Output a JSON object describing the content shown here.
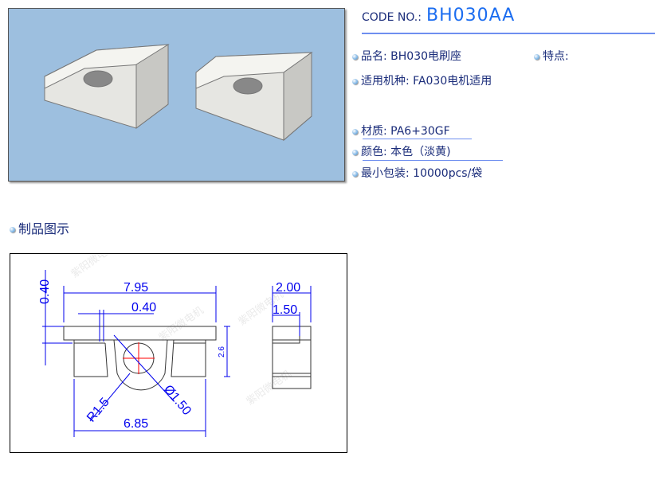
{
  "header": {
    "code_label": "CODE NO.:",
    "code_value": "BH030AA"
  },
  "specs": {
    "name": {
      "label": "品名:",
      "value": "BH030电刷座"
    },
    "features": {
      "label": "特点:",
      "value": ""
    },
    "motor": {
      "label": "适用机种:",
      "value": "FA030电机适用"
    },
    "material": {
      "label": "材质:",
      "value": "PA6+30GF"
    },
    "color": {
      "label": "颜色:",
      "value": "本色（淡黄)"
    },
    "packing": {
      "label": "最小包装:",
      "value": "10000pcs/袋"
    }
  },
  "section_title": "制品图示",
  "watermark": "紫阳微电机",
  "dimensions": {
    "overall_width": "7.95",
    "flange": "0.40",
    "slot_offset": "0.40",
    "height": "2.6",
    "radius": "R1.5",
    "hole": "Ø1.50",
    "base_width": "6.85",
    "depth": "2.00",
    "step": "1.50"
  },
  "colors": {
    "accent": "#1a6cf0",
    "dim": "#0000ee",
    "text": "#1a2c7a"
  }
}
